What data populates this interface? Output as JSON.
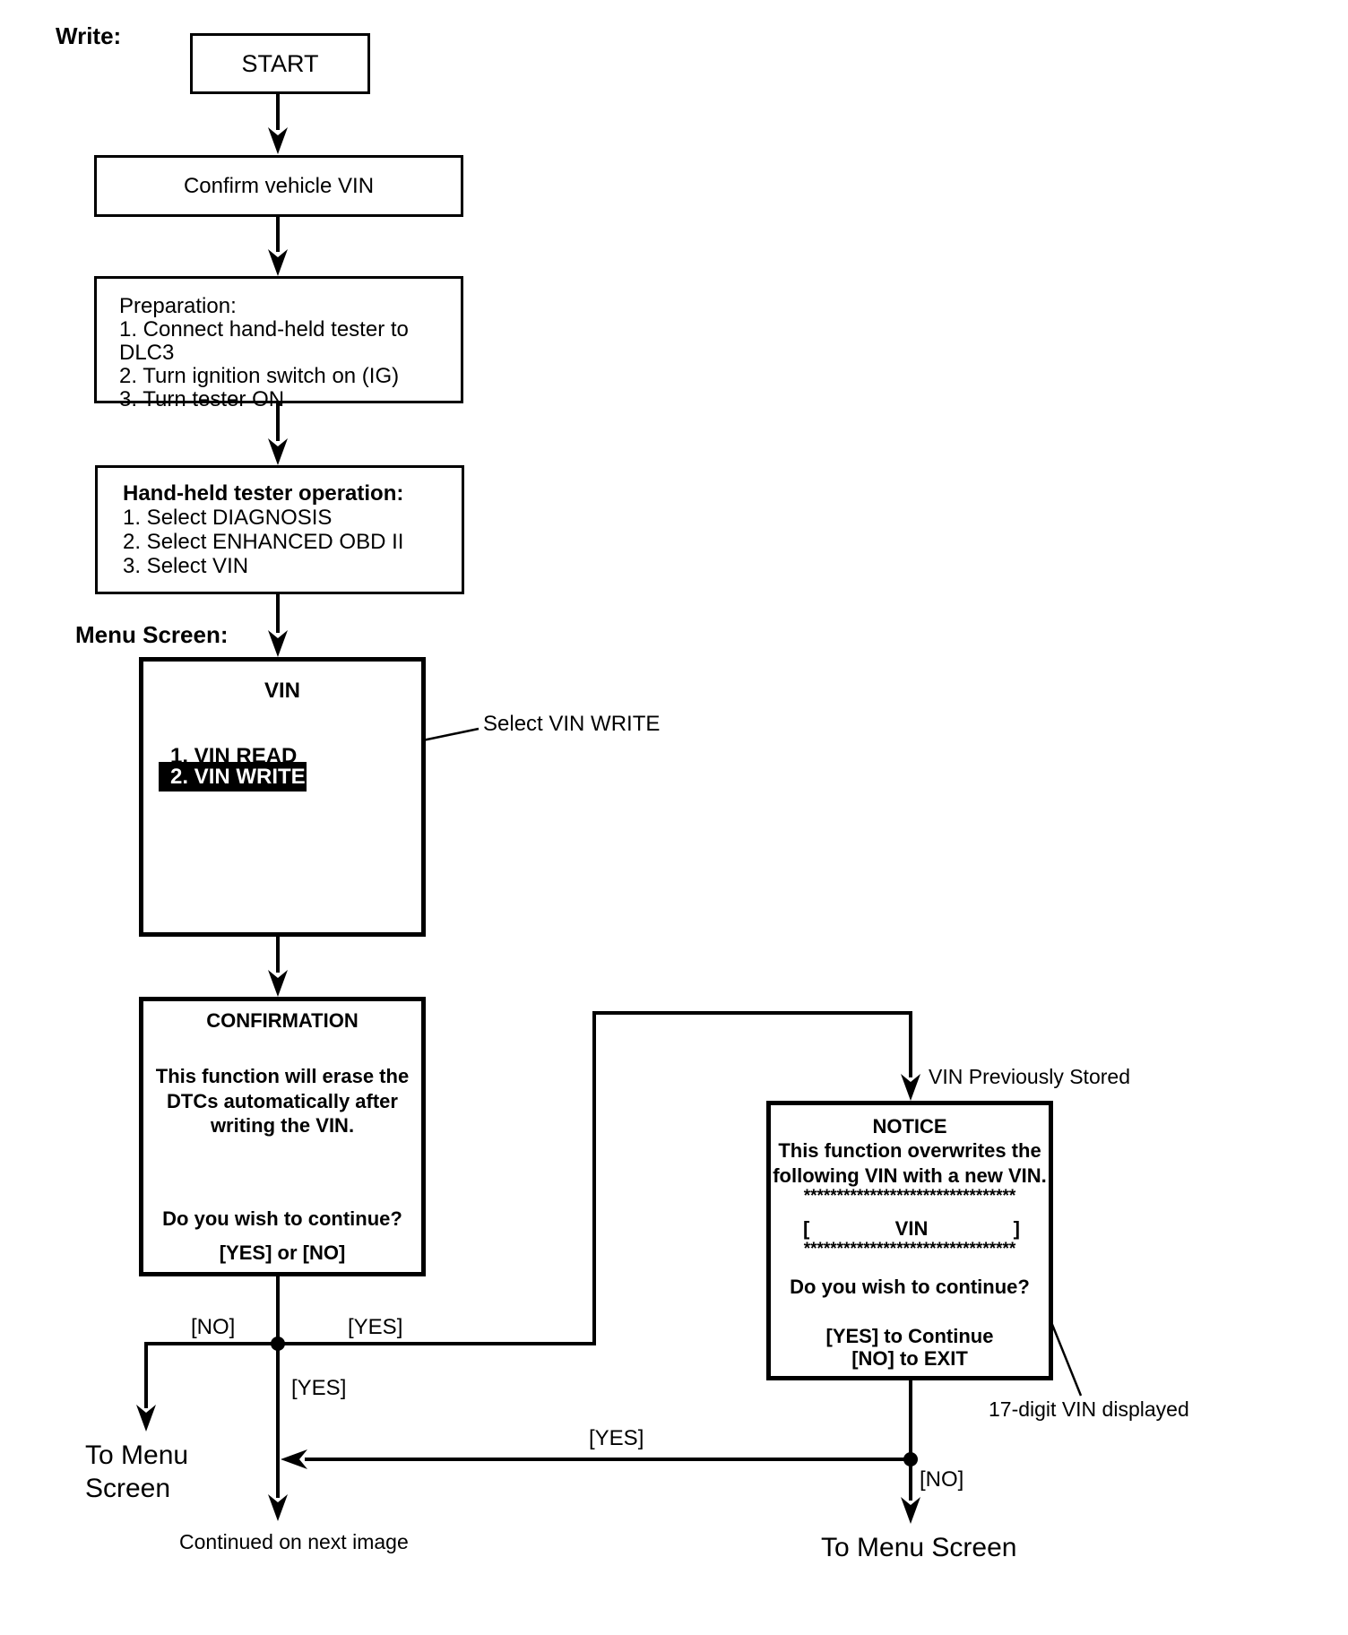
{
  "diagram": {
    "title": "Write:",
    "menu_section_label": "Menu Screen:"
  },
  "nodes": {
    "start": {
      "label": "START"
    },
    "confirm_vin": {
      "label": "Confirm vehicle VIN"
    },
    "preparation": {
      "title": "Preparation:",
      "steps": [
        "1. Connect hand-held tester to DLC3",
        "2. Turn ignition switch on (IG)",
        "3. Turn tester ON"
      ]
    },
    "tester_operation": {
      "title": "Hand-held tester operation:",
      "steps": [
        "1. Select DIAGNOSIS",
        "2. Select ENHANCED OBD II",
        "3. Select VIN"
      ]
    },
    "menu_screen": {
      "title": "VIN",
      "item_read": "1. VIN READ",
      "item_write": "2. VIN WRITE"
    },
    "confirmation": {
      "title": "CONFIRMATION",
      "body_line1": "This function will erase the",
      "body_line2": "DTCs automatically after",
      "body_line3": "writing the VIN.",
      "question": "Do you wish to continue?",
      "options": "[YES] or [NO]"
    },
    "notice": {
      "title": "NOTICE",
      "body_line1": "This function overwrites the",
      "body_line2": "following VIN with a new VIN.",
      "asterisk_row": "********************************",
      "vin_open_bracket": "[",
      "vin_label": "VIN",
      "vin_close_bracket": "]",
      "question": "Do you wish to continue?",
      "yes_line": "[YES] to Continue",
      "no_line": "[NO] to EXIT"
    }
  },
  "edge_labels": {
    "confirmation_no": "[NO]",
    "confirmation_yes_right": "[YES]",
    "confirmation_yes_down": "[YES]",
    "notice_yes_return": "[YES]",
    "notice_no": "[NO]"
  },
  "annotations": {
    "select_vin_write": "Select VIN WRITE",
    "vin_previously_stored": "VIN Previously Stored",
    "seventeen_digit_vin": "17-digit VIN displayed"
  },
  "terminals": {
    "to_menu_left_line1": "To Menu",
    "to_menu_left_line2": "Screen",
    "continued": "Continued on next image",
    "to_menu_right": "To Menu Screen"
  },
  "colors": {
    "ink": "#000000",
    "background": "#ffffff",
    "highlight_bg": "#000000",
    "highlight_text": "#ffffff"
  }
}
